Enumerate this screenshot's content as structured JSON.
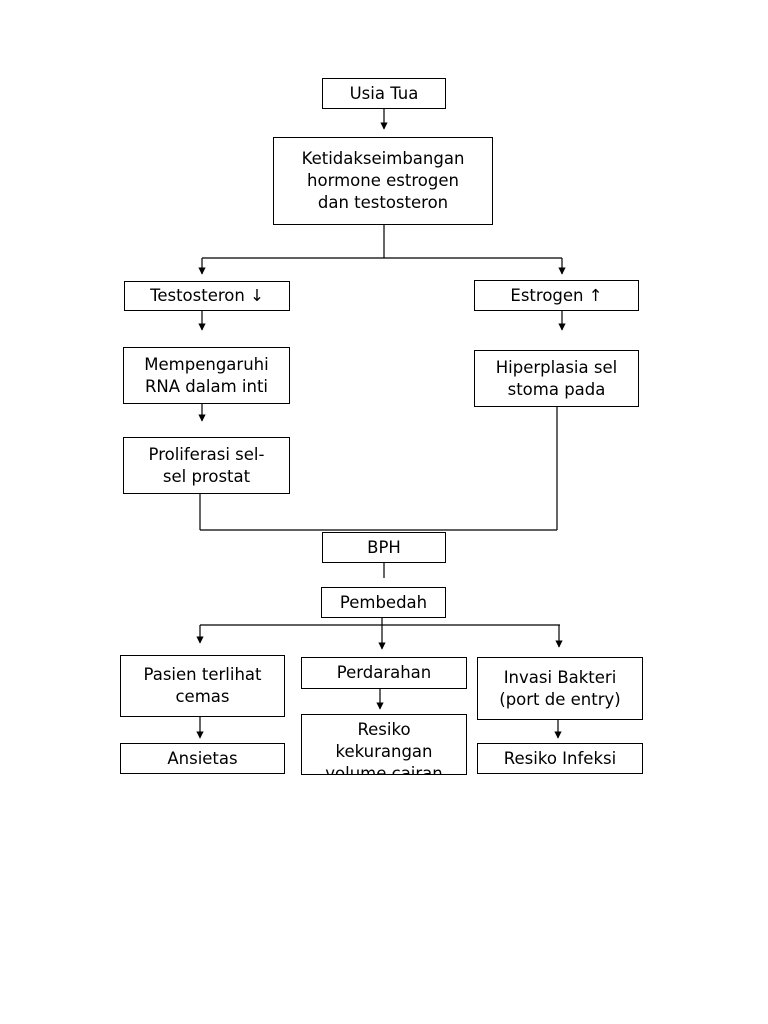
{
  "nodes": {
    "usia_tua": "Usia Tua",
    "ketidakseimbangan": "Ketidakseimbangan\nhormone estrogen\ndan testosteron",
    "testosteron": "Testosteron ↓",
    "estrogen": "Estrogen ↑",
    "mempengaruhi": "Mempengaruhi\nRNA dalam inti",
    "hiperplasia": "Hiperplasia sel\nstoma pada",
    "proliferasi": "Proliferasi sel-\nsel prostat",
    "bph": "BPH",
    "pembedah": "Pembedah",
    "pasien": "Pasien terlihat\ncemas",
    "perdarahan": "Perdarahan",
    "invasi": "Invasi Bakteri\n(port de entry)",
    "ansietas": "Ansietas",
    "resiko_kekurangan": "Resiko\nkekurangan\nvolume cairan",
    "resiko_infeksi": "Resiko Infeksi"
  },
  "colors": {
    "line": "#000000",
    "box_border": "#000000",
    "background": "#ffffff"
  }
}
